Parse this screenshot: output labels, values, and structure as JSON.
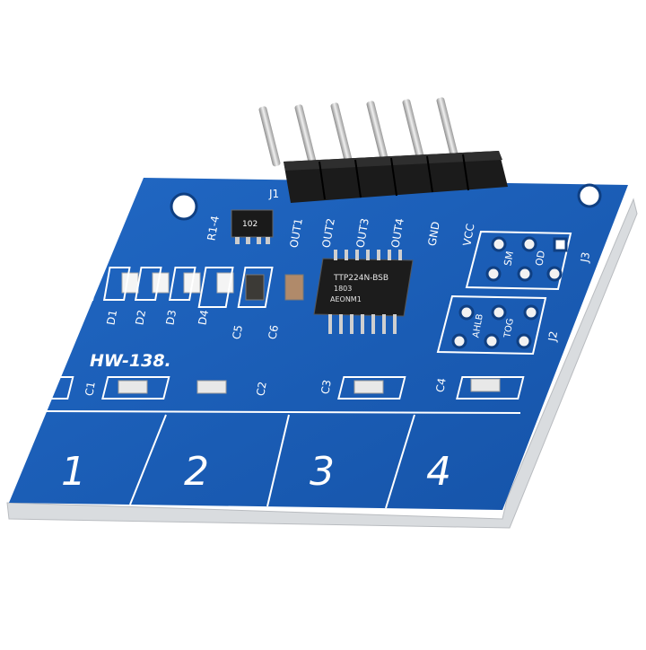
{
  "board": {
    "model": "HW-138.",
    "chip_line1": "TTP224N-BSB",
    "chip_line2": "1803",
    "chip_line3": "AEONM1",
    "resistor_code": "102",
    "header_ref": "J1",
    "jumper_refs": [
      "J3",
      "J2"
    ],
    "jumper_labels": [
      "SM",
      "OD",
      "AHLB",
      "TOG"
    ],
    "resistor_ref": "R1-4",
    "pins": [
      "OUT1",
      "OUT2",
      "OUT3",
      "OUT4",
      "GND",
      "VCC"
    ],
    "leds": [
      "D1",
      "D2",
      "D3",
      "D4"
    ],
    "caps_top": [
      "C5",
      "C6"
    ],
    "caps_pad": [
      "C1",
      "C2",
      "C3",
      "C4"
    ],
    "pads": [
      "1",
      "2",
      "3",
      "4"
    ]
  },
  "colors": {
    "pcb": "#1a5fb8",
    "pcb_dark": "#124a96",
    "pcb_edge": "#d9dcdf",
    "header_black": "#1b1b1b",
    "pin_silver": "#c8c8c8",
    "silk": "#ffffff"
  }
}
